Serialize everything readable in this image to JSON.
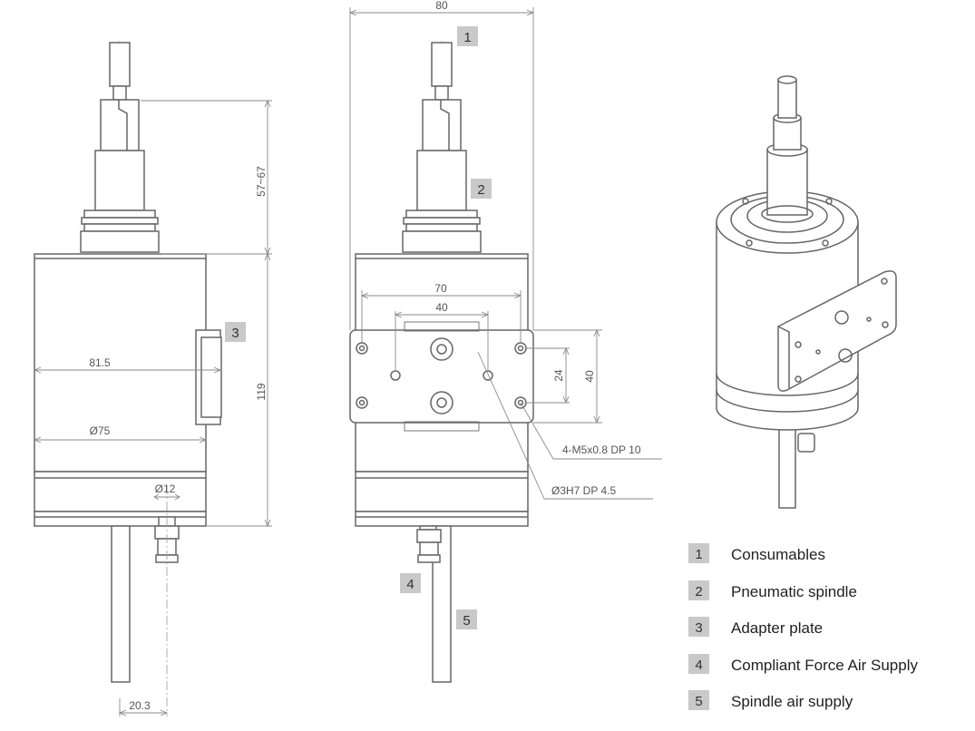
{
  "dimensions": {
    "width_80": "80",
    "height_57_67": "57~67",
    "height_119": "119",
    "width_81_5": "81.5",
    "dia_75": "Ø75",
    "dia_12": "Ø12",
    "offset_20_3": "20.3",
    "plate_70": "70",
    "plate_40": "40",
    "hole_24": "24",
    "plate_height_40": "40",
    "thread_note": "4-M5x0.8 DP 10",
    "pin_note": "Ø3H7 DP 4.5"
  },
  "callouts": [
    "1",
    "2",
    "3",
    "4",
    "5"
  ],
  "legend": [
    {
      "num": "1",
      "label": "Consumables"
    },
    {
      "num": "2",
      "label": "Pneumatic spindle"
    },
    {
      "num": "3",
      "label": "Adapter plate"
    },
    {
      "num": "4",
      "label": "Compliant Force Air Supply"
    },
    {
      "num": "5",
      "label": "Spindle air supply"
    }
  ],
  "colors": {
    "line": "#666666",
    "callout_box": "#c9c9c9"
  }
}
